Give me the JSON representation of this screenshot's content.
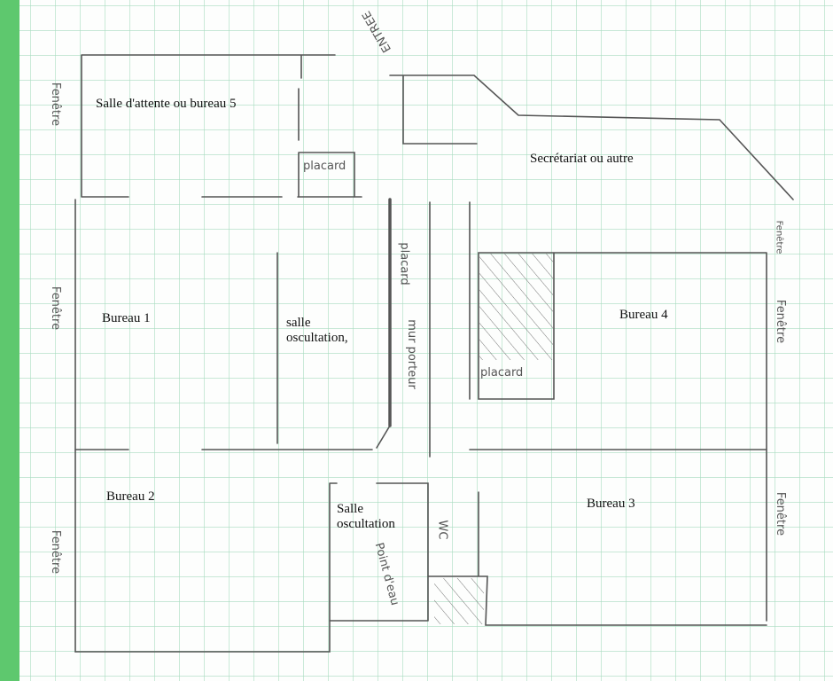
{
  "colors": {
    "margin_strip": "#5ec86e",
    "grid": "#a8dcc0",
    "pencil": "#555555"
  },
  "rooms": {
    "waiting": "Salle d'attente ou bureau 5",
    "secretariat": "Secrétariat ou autre",
    "bureau1": "Bureau 1",
    "exam1": "salle\noscultation,",
    "bureau4": "Bureau 4",
    "bureau2": "Bureau 2",
    "exam2": "Salle\noscultation",
    "bureau3": "Bureau 3"
  },
  "handwritten": {
    "entrance": "ENTREE",
    "window": "Fenêtre",
    "closet": "placard",
    "bearing_wall": "mur porteur",
    "wc": "WC",
    "water_point": "Point d'eau"
  }
}
